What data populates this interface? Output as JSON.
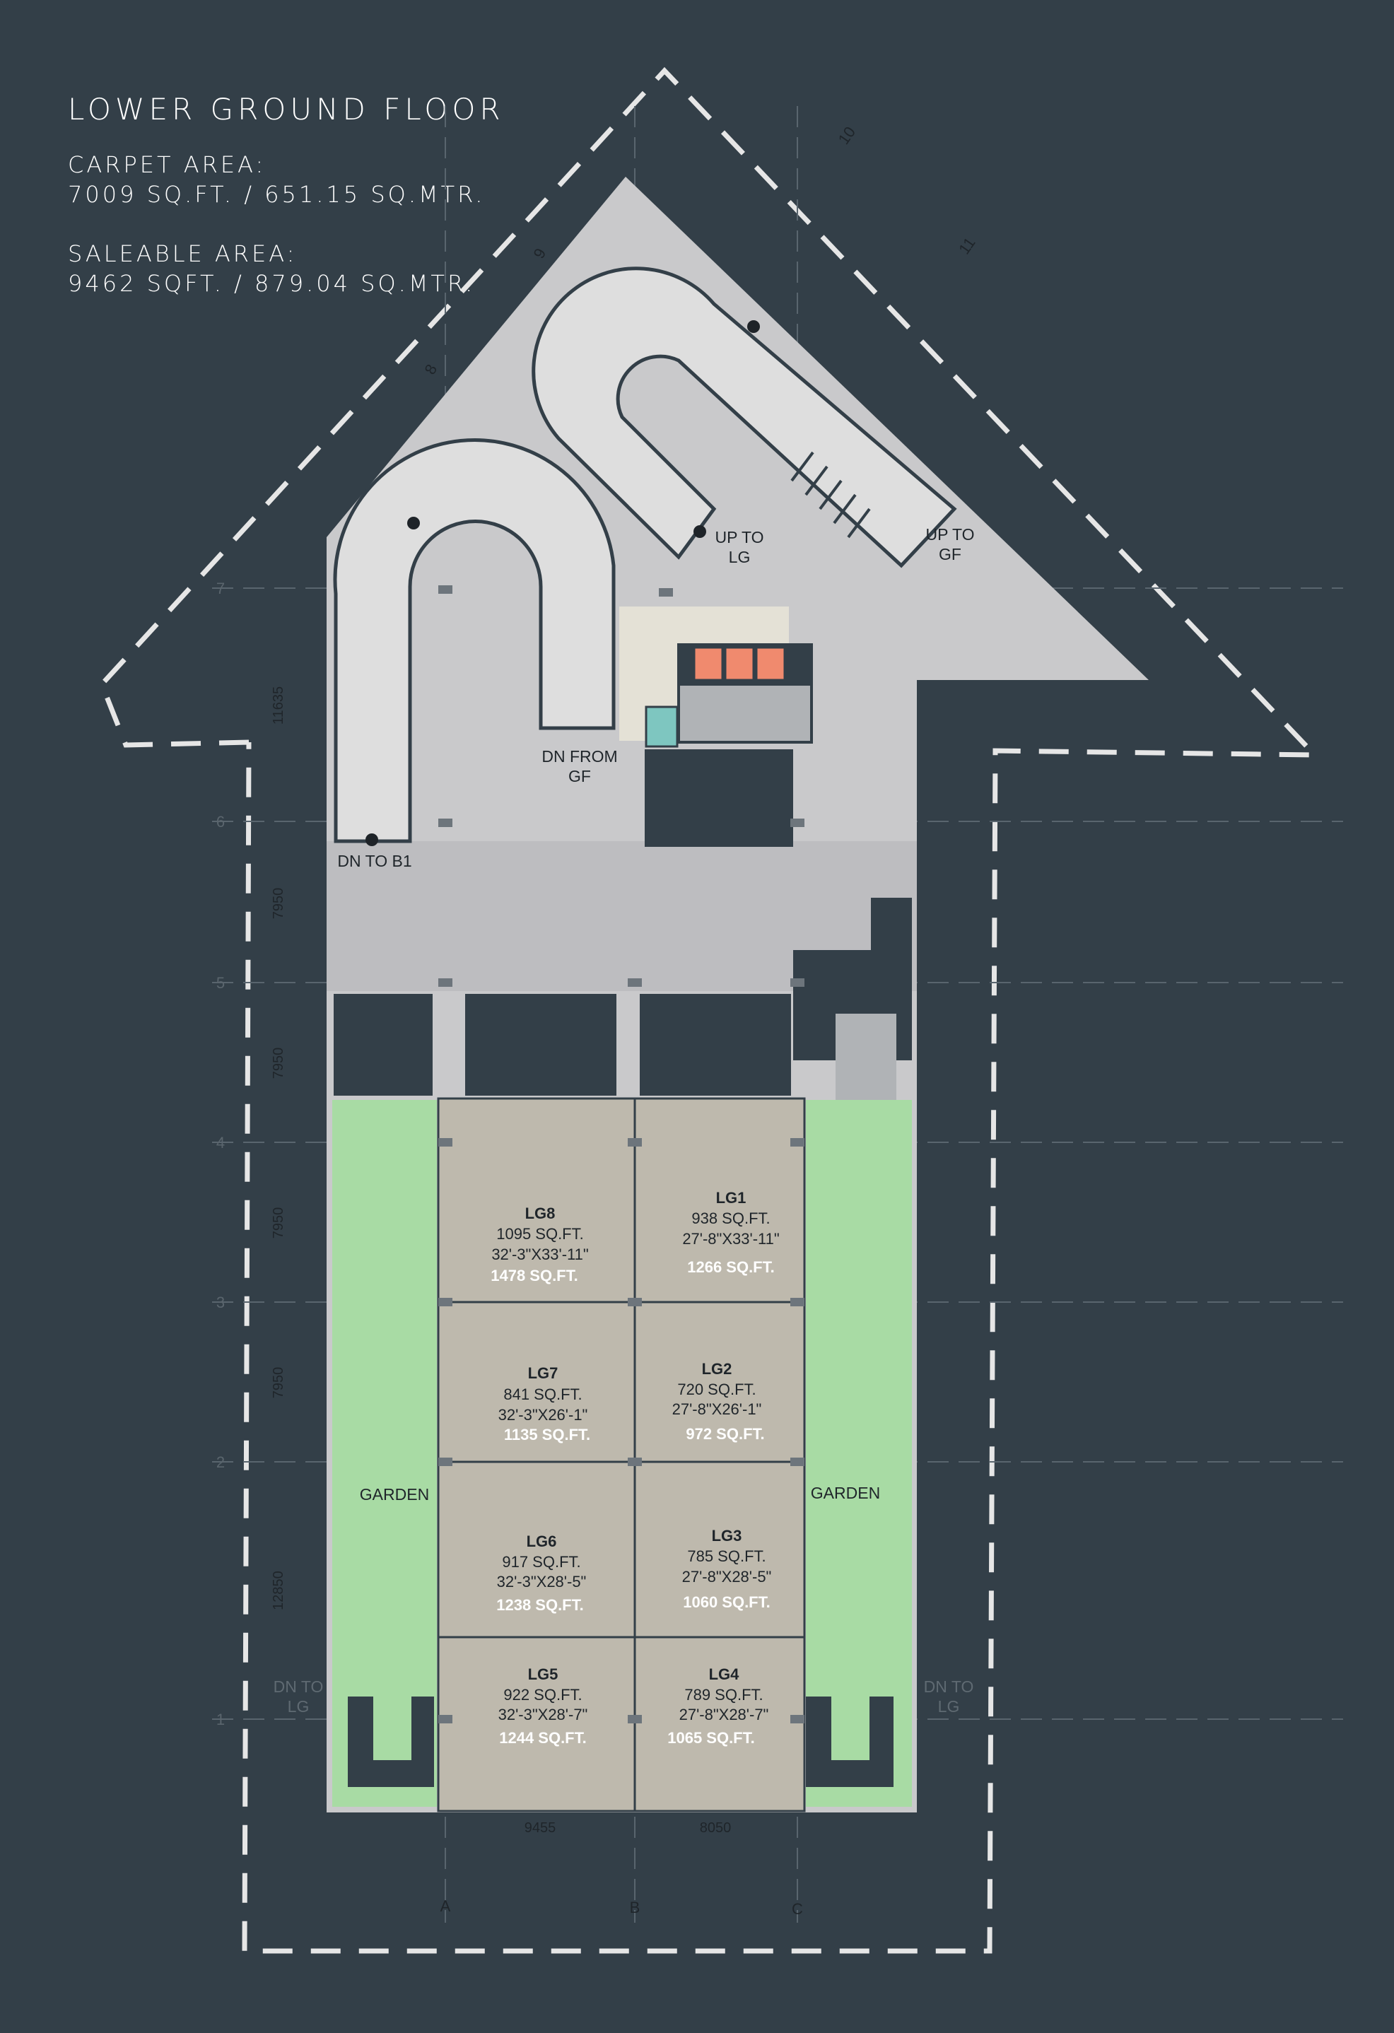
{
  "header": {
    "title": "LOWER GROUND FLOOR",
    "carpet_label": "CARPET AREA:",
    "carpet_value": "7009 SQ.FT. / 651.15 SQ.MTR.",
    "saleable_label": "SALEABLE AREA:",
    "saleable_value": "9462 SQFT. / 879.04 SQ.MTR."
  },
  "labels": {
    "up_to_lg": [
      "UP TO",
      "LG"
    ],
    "up_to_gf": [
      "UP TO",
      "GF"
    ],
    "dn_from_gf": [
      "DN FROM",
      "GF"
    ],
    "dn_to_b1": "DN TO B1",
    "garden": "GARDEN",
    "dn_to_lg": [
      "DN TO",
      "LG"
    ]
  },
  "units": {
    "lg8": {
      "name": "LG8",
      "carpet": "1095 SQ.FT.",
      "dims": "32'-3\"X33'-11\"",
      "saleable": "1478 SQ.FT."
    },
    "lg1": {
      "name": "LG1",
      "carpet": "938 SQ.FT.",
      "dims": "27'-8\"X33'-11\"",
      "saleable": "1266 SQ.FT."
    },
    "lg7": {
      "name": "LG7",
      "carpet": "841 SQ.FT.",
      "dims": "32'-3\"X26'-1\"",
      "saleable": "1135 SQ.FT."
    },
    "lg2": {
      "name": "LG2",
      "carpet": "720 SQ.FT.",
      "dims": "27'-8\"X26'-1\"",
      "saleable": "972 SQ.FT."
    },
    "lg6": {
      "name": "LG6",
      "carpet": "917 SQ.FT.",
      "dims": "32'-3\"X28'-5\"",
      "saleable": "1238 SQ.FT."
    },
    "lg3": {
      "name": "LG3",
      "carpet": "785 SQ.FT.",
      "dims": "27'-8\"X28'-5\"",
      "saleable": "1060 SQ.FT."
    },
    "lg5": {
      "name": "LG5",
      "carpet": "922 SQ.FT.",
      "dims": "32'-3\"X28'-7\"",
      "saleable": "1244 SQ.FT."
    },
    "lg4": {
      "name": "LG4",
      "carpet": "789 SQ.FT.",
      "dims": "27'-8\"X28'-7\"",
      "saleable": "1065 SQ.FT."
    }
  },
  "grid": {
    "rows": [
      "7",
      "6",
      "5",
      "4",
      "3",
      "2",
      "1"
    ],
    "cols": [
      "A",
      "B",
      "C"
    ],
    "row_dims": [
      "11635",
      "7950",
      "7950",
      "7950",
      "7950",
      "12850"
    ],
    "col_dims": [
      "9455",
      "8050"
    ],
    "diag": [
      "8",
      "9",
      "10",
      "11"
    ]
  },
  "colors": {
    "background": "#333f48",
    "building": "#c9c9cb",
    "shop": "#beb9ad",
    "garden": "#a8dba4",
    "parking": "#333f48",
    "lift": "#f08a6e",
    "lift_small": "#7ec6c0",
    "boundary": "#e6e6e6"
  }
}
